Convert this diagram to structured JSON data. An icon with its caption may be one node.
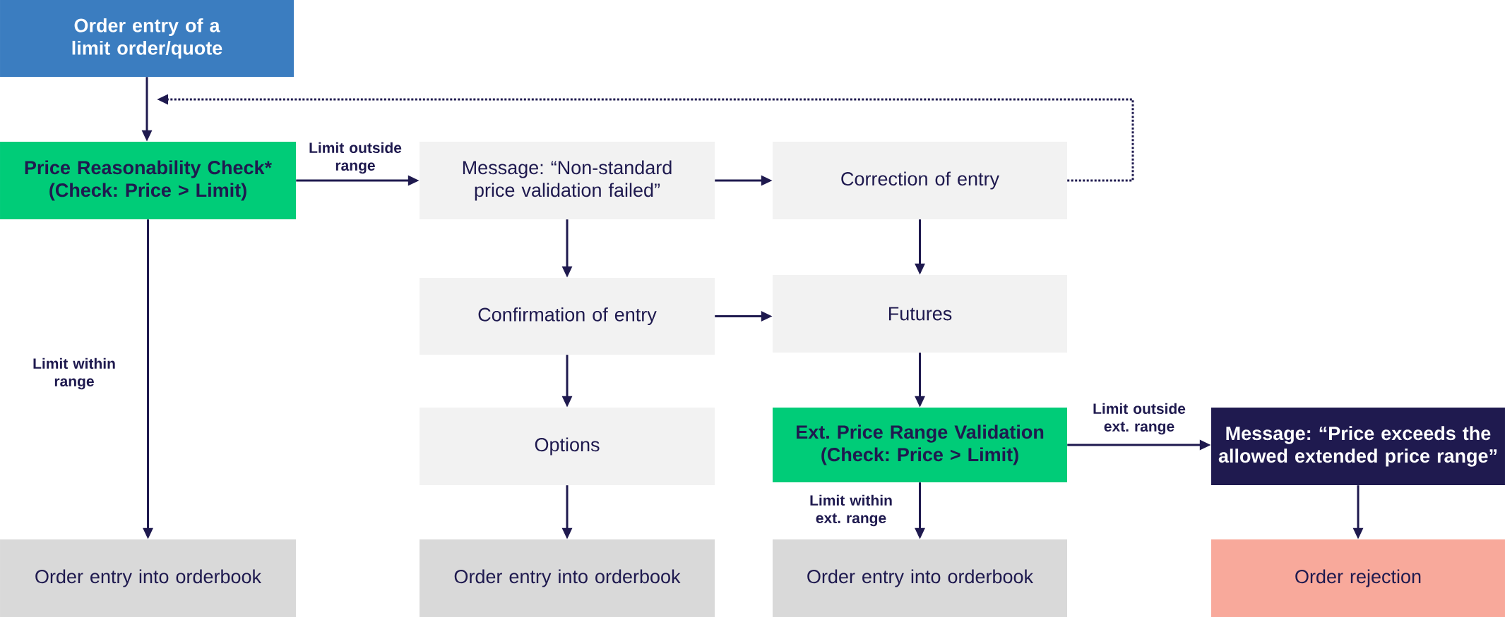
{
  "diagram": {
    "nodes": [
      {
        "text": [
          "Order entry of a limit order/quote"
        ]
      },
      {
        "text": [
          "Price Reasonability Check*",
          "(Check: Price > Limit)"
        ]
      },
      {
        "text": [
          "Message: “Non-standard price validation failed”"
        ]
      },
      {
        "text": [
          "Correction of entry"
        ]
      },
      {
        "text": [
          "Confirmation of entry"
        ]
      },
      {
        "text": [
          "Futures"
        ]
      },
      {
        "text": [
          "Options"
        ]
      },
      {
        "text": [
          "Ext. Price Range Validation",
          "(Check: Price > Limit)"
        ]
      },
      {
        "text": [
          "Message: “Price exceeds the allowed extended price range”"
        ]
      },
      {
        "text": [
          "Order entry into orderbook"
        ]
      },
      {
        "text": [
          "Order entry into orderbook"
        ]
      },
      {
        "text": [
          "Order entry into orderbook"
        ]
      },
      {
        "text": [
          "Order rejection"
        ]
      }
    ],
    "edges": [
      {
        "from": 0,
        "to": 1,
        "arrow": "to"
      },
      {
        "from": 3,
        "to": null,
        "arrow": "to",
        "style": "dashed"
      },
      {
        "from": 1,
        "to": 2,
        "arrow": "to",
        "label": "Limit outside range"
      },
      {
        "from": 2,
        "to": 3,
        "arrow": "to"
      },
      {
        "from": 2,
        "to": 4,
        "arrow": "to"
      },
      {
        "from": 3,
        "to": 5,
        "arrow": "to"
      },
      {
        "from": 4,
        "to": 5,
        "arrow": "to"
      },
      {
        "from": 4,
        "to": 6,
        "arrow": "to"
      },
      {
        "from": 1,
        "to": 9,
        "arrow": "to",
        "label": "Limit within range"
      },
      {
        "from": 6,
        "to": 10,
        "arrow": "to"
      },
      {
        "from": 5,
        "to": 7,
        "arrow": "to"
      },
      {
        "from": 7,
        "to": 11,
        "arrow": "to",
        "label": "Limit within ext. range"
      },
      {
        "from": 7,
        "to": 8,
        "arrow": "to",
        "label": "Limit outside ext. range"
      },
      {
        "from": 8,
        "to": 12,
        "arrow": "to"
      }
    ]
  }
}
